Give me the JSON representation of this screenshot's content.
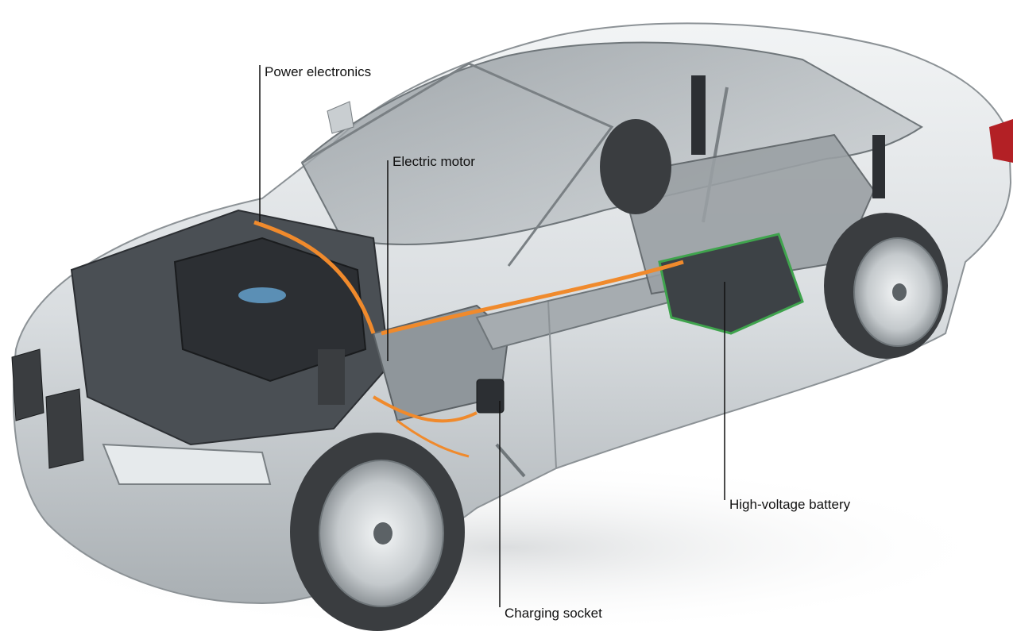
{
  "diagram": {
    "subject": "plug-in hybrid sedan cutaway",
    "callouts": [
      {
        "id": "power-electronics",
        "label": "Power electronics"
      },
      {
        "id": "electric-motor",
        "label": "Electric motor"
      },
      {
        "id": "high-voltage-battery",
        "label": "High-voltage battery"
      },
      {
        "id": "charging-socket",
        "label": "Charging socket"
      }
    ],
    "colors": {
      "background": "#ffffff",
      "body_silver": "#d9dde0",
      "body_shadow": "#9ea4a8",
      "high_voltage_cable": "#f08a2c",
      "battery_outline": "#3fa34d",
      "engine_dark": "#2c2f33",
      "tire": "#3a3d40",
      "leader_line": "#111111"
    }
  }
}
